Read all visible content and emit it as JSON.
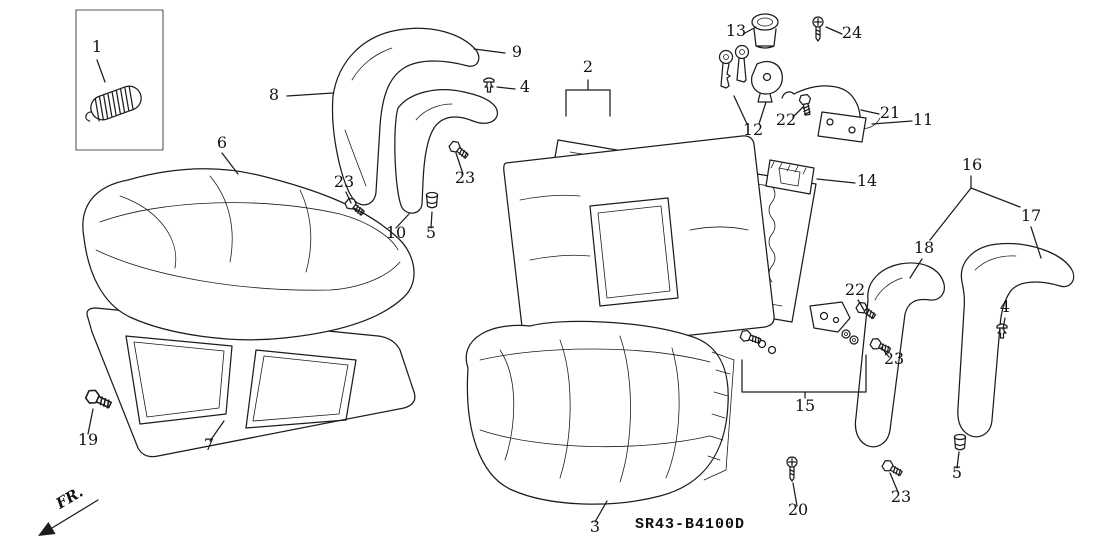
{
  "diagram": {
    "code": "SR43-B4100D",
    "direction_label": "FR.",
    "line_color": "#1c1c1c",
    "background_color": "#ffffff"
  },
  "callouts": [
    {
      "label": "1"
    },
    {
      "label": "9"
    },
    {
      "label": "4"
    },
    {
      "label": "8"
    },
    {
      "label": "2"
    },
    {
      "label": "13"
    },
    {
      "label": "24"
    },
    {
      "label": "12"
    },
    {
      "label": "22"
    },
    {
      "label": "21"
    },
    {
      "label": "11"
    },
    {
      "label": "6"
    },
    {
      "label": "23"
    },
    {
      "label": "23"
    },
    {
      "label": "14"
    },
    {
      "label": "16"
    },
    {
      "label": "10"
    },
    {
      "label": "5"
    },
    {
      "label": "17"
    },
    {
      "label": "18"
    },
    {
      "label": "22"
    },
    {
      "label": "4"
    },
    {
      "label": "23"
    },
    {
      "label": "15"
    },
    {
      "label": "19"
    },
    {
      "label": "7"
    },
    {
      "label": "5"
    },
    {
      "label": "23"
    },
    {
      "label": "3"
    },
    {
      "label": "20"
    }
  ]
}
